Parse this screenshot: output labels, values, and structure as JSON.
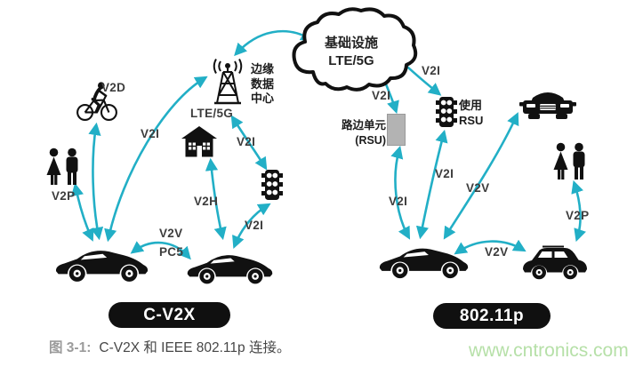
{
  "cloud": {
    "line1": "基础设施",
    "line2": "LTE/5G"
  },
  "edge_data_center": {
    "line1": "边缘",
    "line2": "数据",
    "line3": "中心"
  },
  "tower_caption": "LTE/5G",
  "roadside_unit": {
    "line1": "路边单元",
    "line2": "(RSU)"
  },
  "use_rsu": {
    "line1": "使用",
    "line2": "RSU"
  },
  "links": {
    "v2d": "V2D",
    "v2p_left": "V2P",
    "v2i_car_to_tower": "V2I",
    "v2h": "V2H",
    "v2i_tower_to_light": "V2I",
    "v2i_car_to_light_left": "V2I",
    "v2v_left": "V2V",
    "pc5": "PC5",
    "v2i_cloud_to_rsu": "V2I",
    "v2i_cloud_to_light": "V2I",
    "v2i_car_to_rsu": "V2I",
    "v2i_car_to_light_right": "V2I",
    "v2v_car_to_topcar": "V2V",
    "v2v_right": "V2V",
    "v2p_right": "V2P"
  },
  "group_pills": {
    "left": "C-V2X",
    "right": "802.11p"
  },
  "caption": {
    "prefix": "图 3-1:",
    "text": "C-V2X 和 IEEE 802.11p 连接。"
  },
  "watermark": "www.cntronics.com",
  "colors": {
    "arrow": "#22afc6",
    "watermark": "#b6e0a8",
    "pill": "#101010",
    "label": "#3d3d3d"
  }
}
